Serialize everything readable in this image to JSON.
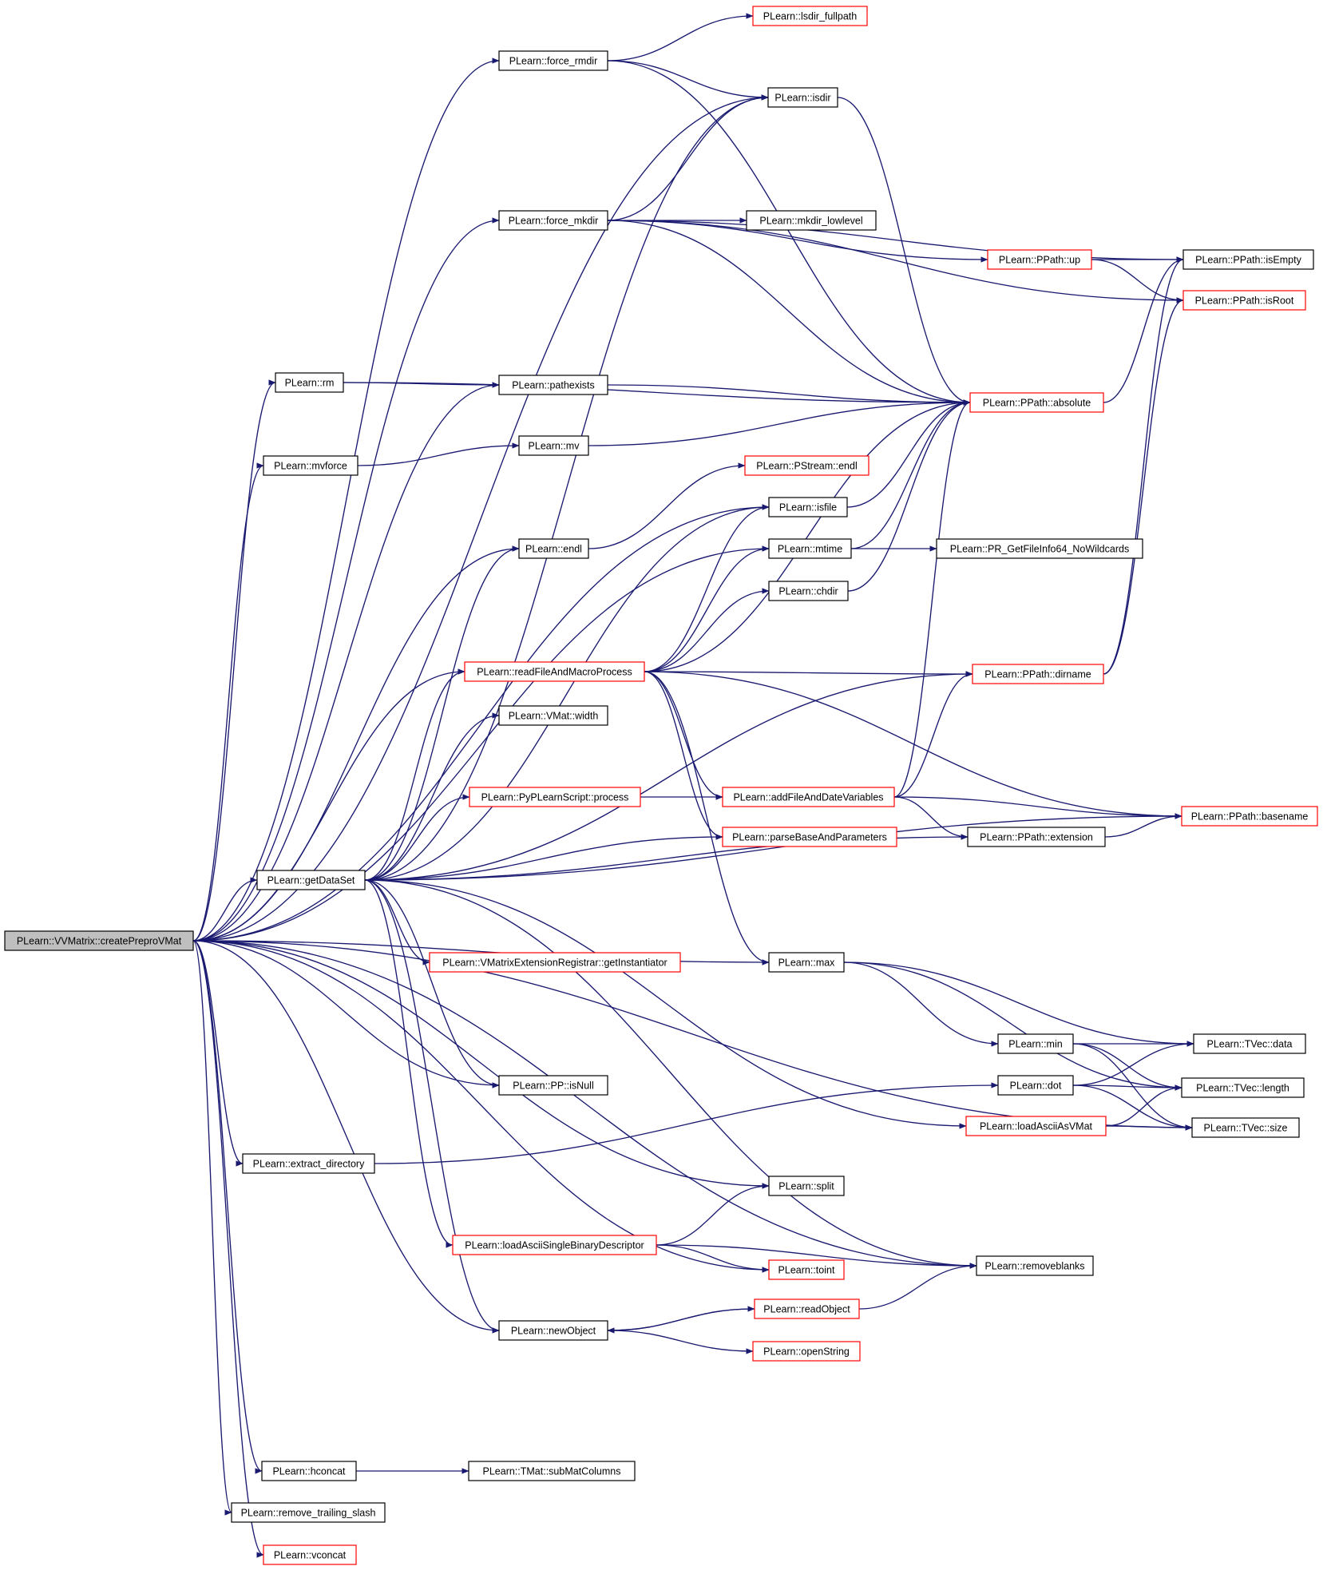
{
  "colors": {
    "edge": "#191970",
    "node_border_default": "#000000",
    "node_border_truncated": "#ff0000",
    "root_fill": "#bfbfbf",
    "node_fill": "#ffffff"
  },
  "root": "n0",
  "nodes": [
    {
      "id": "n0",
      "label": "PLearn::VVMatrix::createPreproVMat",
      "border": "black",
      "root": true
    },
    {
      "id": "n1",
      "label": "PLearn::force_rmdir",
      "border": "black"
    },
    {
      "id": "n2",
      "label": "PLearn::lsdir_fullpath",
      "border": "red"
    },
    {
      "id": "n3",
      "label": "PLearn::isdir",
      "border": "black"
    },
    {
      "id": "n4",
      "label": "PLearn::force_mkdir",
      "border": "black"
    },
    {
      "id": "n5",
      "label": "PLearn::mkdir_lowlevel",
      "border": "black"
    },
    {
      "id": "n6",
      "label": "PLearn::PPath::up",
      "border": "red"
    },
    {
      "id": "n7",
      "label": "PLearn::PPath::isEmpty",
      "border": "black"
    },
    {
      "id": "n8",
      "label": "PLearn::PPath::isRoot",
      "border": "red"
    },
    {
      "id": "n9",
      "label": "PLearn::rm",
      "border": "black"
    },
    {
      "id": "n10",
      "label": "PLearn::pathexists",
      "border": "black"
    },
    {
      "id": "n11",
      "label": "PLearn::PPath::absolute",
      "border": "red"
    },
    {
      "id": "n12",
      "label": "PLearn::mvforce",
      "border": "black"
    },
    {
      "id": "n13",
      "label": "PLearn::mv",
      "border": "black"
    },
    {
      "id": "n14",
      "label": "PLearn::PStream::endl",
      "border": "red"
    },
    {
      "id": "n15",
      "label": "PLearn::isfile",
      "border": "black"
    },
    {
      "id": "n16",
      "label": "PLearn::endl",
      "border": "black"
    },
    {
      "id": "n17",
      "label": "PLearn::mtime",
      "border": "black"
    },
    {
      "id": "n18",
      "label": "PLearn::PR_GetFileInfo64_NoWildcards",
      "border": "black"
    },
    {
      "id": "n19",
      "label": "PLearn::chdir",
      "border": "black"
    },
    {
      "id": "n20",
      "label": "PLearn::readFileAndMacroProcess",
      "border": "red"
    },
    {
      "id": "n21",
      "label": "PLearn::PPath::dirname",
      "border": "red"
    },
    {
      "id": "n22",
      "label": "PLearn::VMat::width",
      "border": "black"
    },
    {
      "id": "n23",
      "label": "PLearn::PyPLearnScript::process",
      "border": "red"
    },
    {
      "id": "n24",
      "label": "PLearn::addFileAndDateVariables",
      "border": "red"
    },
    {
      "id": "n25",
      "label": "PLearn::PPath::basename",
      "border": "red"
    },
    {
      "id": "n26",
      "label": "PLearn::parseBaseAndParameters",
      "border": "red"
    },
    {
      "id": "n27",
      "label": "PLearn::PPath::extension",
      "border": "black"
    },
    {
      "id": "n28",
      "label": "PLearn::getDataSet",
      "border": "black"
    },
    {
      "id": "n29",
      "label": "PLearn::VMatrixExtensionRegistrar::getInstantiator",
      "border": "red"
    },
    {
      "id": "n30",
      "label": "PLearn::max",
      "border": "black"
    },
    {
      "id": "n31",
      "label": "PLearn::min",
      "border": "black"
    },
    {
      "id": "n32",
      "label": "PLearn::TVec::data",
      "border": "black"
    },
    {
      "id": "n33",
      "label": "PLearn::dot",
      "border": "black"
    },
    {
      "id": "n34",
      "label": "PLearn::TVec::length",
      "border": "black"
    },
    {
      "id": "n35",
      "label": "PLearn::PP::isNull",
      "border": "black"
    },
    {
      "id": "n36",
      "label": "PLearn::loadAsciiAsVMat",
      "border": "red"
    },
    {
      "id": "n37",
      "label": "PLearn::TVec::size",
      "border": "black"
    },
    {
      "id": "n38",
      "label": "PLearn::extract_directory",
      "border": "black"
    },
    {
      "id": "n39",
      "label": "PLearn::split",
      "border": "black"
    },
    {
      "id": "n40",
      "label": "PLearn::loadAsciiSingleBinaryDescriptor",
      "border": "red"
    },
    {
      "id": "n41",
      "label": "PLearn::removeblanks",
      "border": "black"
    },
    {
      "id": "n42",
      "label": "PLearn::toint",
      "border": "red"
    },
    {
      "id": "n43",
      "label": "PLearn::readObject",
      "border": "red"
    },
    {
      "id": "n44",
      "label": "PLearn::newObject",
      "border": "black"
    },
    {
      "id": "n45",
      "label": "PLearn::openString",
      "border": "red"
    },
    {
      "id": "n46",
      "label": "PLearn::hconcat",
      "border": "black"
    },
    {
      "id": "n47",
      "label": "PLearn::TMat::subMatColumns",
      "border": "black"
    },
    {
      "id": "n48",
      "label": "PLearn::remove_trailing_slash",
      "border": "black"
    },
    {
      "id": "n49",
      "label": "PLearn::vconcat",
      "border": "red"
    }
  ],
  "edges": [
    [
      "n0",
      "n1"
    ],
    [
      "n0",
      "n3"
    ],
    [
      "n0",
      "n4"
    ],
    [
      "n0",
      "n9"
    ],
    [
      "n0",
      "n10"
    ],
    [
      "n0",
      "n12"
    ],
    [
      "n0",
      "n15"
    ],
    [
      "n0",
      "n16"
    ],
    [
      "n0",
      "n17"
    ],
    [
      "n0",
      "n20"
    ],
    [
      "n0",
      "n28"
    ],
    [
      "n0",
      "n30"
    ],
    [
      "n0",
      "n35"
    ],
    [
      "n0",
      "n38"
    ],
    [
      "n0",
      "n39"
    ],
    [
      "n0",
      "n42"
    ],
    [
      "n0",
      "n44"
    ],
    [
      "n0",
      "n41"
    ],
    [
      "n0",
      "n37"
    ],
    [
      "n0",
      "n46"
    ],
    [
      "n0",
      "n48"
    ],
    [
      "n0",
      "n49"
    ],
    [
      "n1",
      "n2"
    ],
    [
      "n1",
      "n3"
    ],
    [
      "n1",
      "n11"
    ],
    [
      "n3",
      "n11"
    ],
    [
      "n4",
      "n3"
    ],
    [
      "n4",
      "n5"
    ],
    [
      "n4",
      "n6"
    ],
    [
      "n4",
      "n7"
    ],
    [
      "n4",
      "n8"
    ],
    [
      "n4",
      "n11"
    ],
    [
      "n6",
      "n7"
    ],
    [
      "n6",
      "n8"
    ],
    [
      "n9",
      "n10"
    ],
    [
      "n9",
      "n11"
    ],
    [
      "n10",
      "n11"
    ],
    [
      "n11",
      "n7"
    ],
    [
      "n12",
      "n13"
    ],
    [
      "n13",
      "n11"
    ],
    [
      "n15",
      "n11"
    ],
    [
      "n16",
      "n14"
    ],
    [
      "n17",
      "n11"
    ],
    [
      "n17",
      "n18"
    ],
    [
      "n19",
      "n11"
    ],
    [
      "n20",
      "n15"
    ],
    [
      "n20",
      "n17"
    ],
    [
      "n20",
      "n19"
    ],
    [
      "n20",
      "n11"
    ],
    [
      "n20",
      "n21"
    ],
    [
      "n20",
      "n24"
    ],
    [
      "n20",
      "n25"
    ],
    [
      "n20",
      "n26"
    ],
    [
      "n20",
      "n30"
    ],
    [
      "n21",
      "n7"
    ],
    [
      "n21",
      "n8"
    ],
    [
      "n23",
      "n24"
    ],
    [
      "n24",
      "n11"
    ],
    [
      "n24",
      "n21"
    ],
    [
      "n24",
      "n25"
    ],
    [
      "n24",
      "n27"
    ],
    [
      "n27",
      "n25"
    ],
    [
      "n28",
      "n3"
    ],
    [
      "n28",
      "n15"
    ],
    [
      "n28",
      "n16"
    ],
    [
      "n28",
      "n20"
    ],
    [
      "n28",
      "n22"
    ],
    [
      "n28",
      "n21"
    ],
    [
      "n28",
      "n23"
    ],
    [
      "n28",
      "n26"
    ],
    [
      "n28",
      "n27"
    ],
    [
      "n28",
      "n25"
    ],
    [
      "n28",
      "n29"
    ],
    [
      "n28",
      "n35"
    ],
    [
      "n28",
      "n36"
    ],
    [
      "n28",
      "n40"
    ],
    [
      "n28",
      "n41"
    ],
    [
      "n28",
      "n44"
    ],
    [
      "n30",
      "n32"
    ],
    [
      "n30",
      "n31"
    ],
    [
      "n30",
      "n34"
    ],
    [
      "n31",
      "n32"
    ],
    [
      "n31",
      "n34"
    ],
    [
      "n31",
      "n37"
    ],
    [
      "n33",
      "n32"
    ],
    [
      "n33",
      "n34"
    ],
    [
      "n33",
      "n37"
    ],
    [
      "n36",
      "n34"
    ],
    [
      "n36",
      "n37"
    ],
    [
      "n38",
      "n33"
    ],
    [
      "n40",
      "n39"
    ],
    [
      "n40",
      "n42"
    ],
    [
      "n40",
      "n41"
    ],
    [
      "n43",
      "n41"
    ],
    [
      "n43",
      "n44"
    ],
    [
      "n44",
      "n43"
    ],
    [
      "n44",
      "n45"
    ],
    [
      "n46",
      "n47"
    ]
  ]
}
